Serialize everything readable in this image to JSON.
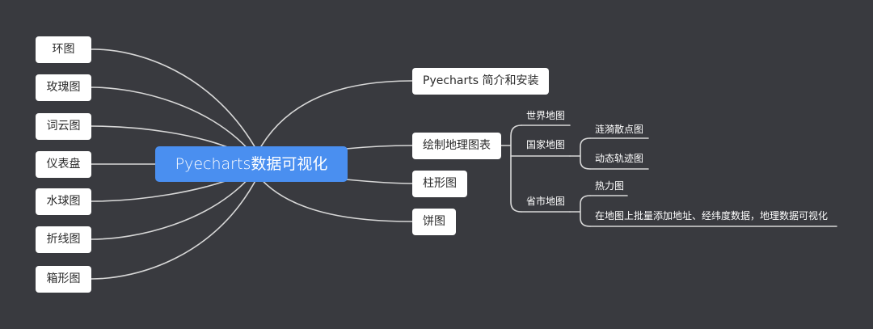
{
  "root": "Pyecharts数据可视化",
  "left_branches": [
    "环图",
    "玫瑰图",
    "词云图",
    "仪表盘",
    "水球图",
    "折线图",
    "箱形图"
  ],
  "right_branches": [
    "Pyecharts 简介和安装",
    "绘制地理图表",
    "柱形图",
    "饼图"
  ],
  "geo_children": [
    "世界地图",
    "国家地图",
    "省市地图"
  ],
  "country_children": [
    "涟漪散点图",
    "动态轨迹图"
  ],
  "province_children": [
    "热力图",
    "在地图上批量添加地址、经纬度数据，地理数据可视化"
  ],
  "colors": {
    "background": "#393a3f",
    "root_fill": "#4a8ff0",
    "node_fill": "#ffffff",
    "line": "#d7d7d7"
  }
}
